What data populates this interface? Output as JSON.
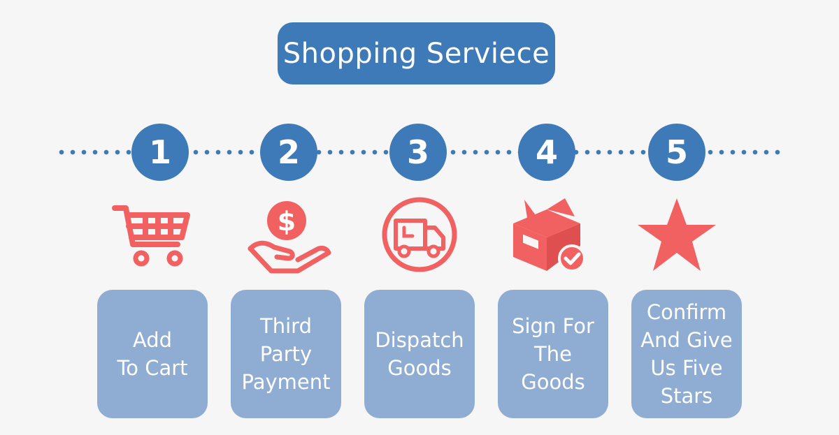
{
  "header": {
    "title": "Shopping Serviece"
  },
  "colors": {
    "primary": "#3f7ab8",
    "card": "#8facd2",
    "icon": "#f26161",
    "background": "#f6f6f6"
  },
  "steps": [
    {
      "number": "1",
      "label": "Add\nTo Cart",
      "icon": "shopping-cart-icon"
    },
    {
      "number": "2",
      "label": "Third\nParty\nPayment",
      "icon": "hand-coin-icon"
    },
    {
      "number": "3",
      "label": "Dispatch\nGoods",
      "icon": "delivery-truck-icon"
    },
    {
      "number": "4",
      "label": "Sign For\nThe\nGoods",
      "icon": "package-check-icon"
    },
    {
      "number": "5",
      "label": "Confirm\nAnd Give\nUs Five\nStars",
      "icon": "star-icon"
    }
  ]
}
